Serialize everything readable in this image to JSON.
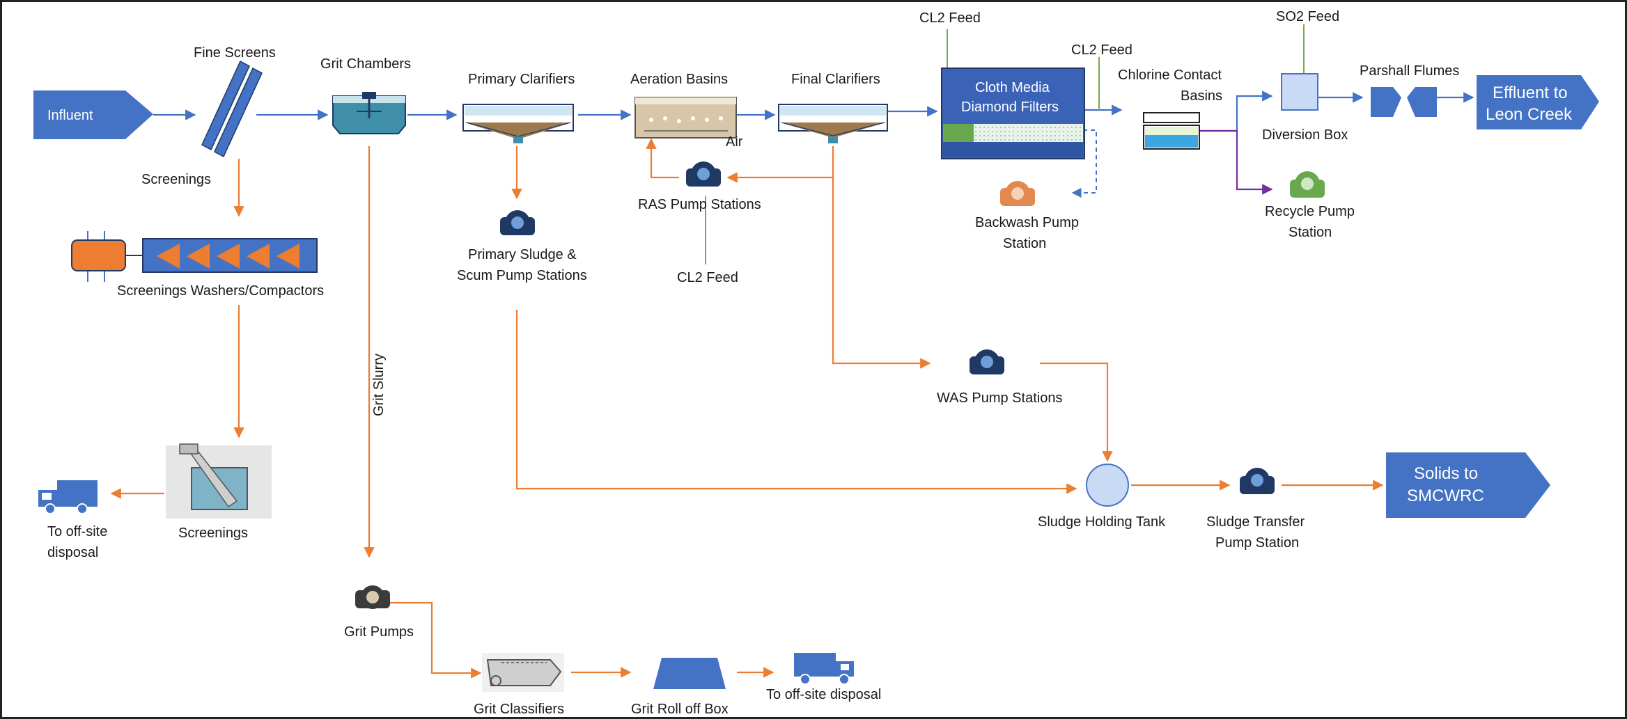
{
  "labels": {
    "influent": "Influent",
    "fine_screens": "Fine Screens",
    "screenings_top": "Screenings",
    "washers": "Screenings Washers/Compactors",
    "screenings_bottom": "Screenings",
    "offsite_left_1": "To off-site",
    "offsite_left_2": "disposal",
    "grit_chambers": "Grit Chambers",
    "grit_slurry": "Grit Slurry",
    "grit_pumps": "Grit Pumps",
    "grit_classifiers": "Grit Classifiers",
    "grit_rolloff": "Grit Roll off Box",
    "offsite_bottom": "To off-site disposal",
    "primary_clarifiers": "Primary Clarifiers",
    "primary_sludge_1": "Primary Sludge &",
    "primary_sludge_2": "Scum Pump Stations",
    "aeration_basins": "Aeration Basins",
    "air": "Air",
    "ras_pump": "RAS Pump Stations",
    "cl2_feed_bottom": "CL2 Feed",
    "final_clarifiers": "Final Clarifiers",
    "cl2_feed_top": "CL2 Feed",
    "cloth_media_1": "Cloth Media",
    "cloth_media_2": "Diamond Filters",
    "backwash_1": "Backwash Pump",
    "backwash_2": "Station",
    "cl2_feed_mid": "CL2 Feed",
    "chlorine_contact_1": "Chlorine Contact",
    "chlorine_contact_2": "Basins",
    "so2_feed": "SO2 Feed",
    "diversion_box": "Diversion Box",
    "parshall_flumes": "Parshall Flumes",
    "effluent_1": "Effluent to",
    "effluent_2": "Leon Creek",
    "recycle_1": "Recycle Pump",
    "recycle_2": "Station",
    "was_pump": "WAS Pump Stations",
    "sludge_holding": "Sludge Holding Tank",
    "sludge_transfer_1": "Sludge Transfer",
    "sludge_transfer_2": "Pump Station",
    "solids_1": "Solids to",
    "solids_2": "SMCWRC"
  },
  "colors": {
    "process_blue": "#4472c4",
    "solids_orange": "#ed7d31",
    "feed_green": "#70ad47",
    "recycle_purple": "#7030a0",
    "pump_navy": "#1f3864",
    "backwash_orange": "#e1894f",
    "recycle_green": "#6aa84f",
    "grit_pump_dark": "#3b3b3b"
  },
  "icons": {
    "truck": "dump-truck-icon",
    "pump": "centrifugal-pump-icon",
    "screen": "bar-screen-icon",
    "clarifier": "clarifier-tank-icon",
    "aeration": "aeration-basin-icon",
    "conveyor": "screenings-conveyor-icon",
    "classifier": "grit-classifier-icon"
  }
}
